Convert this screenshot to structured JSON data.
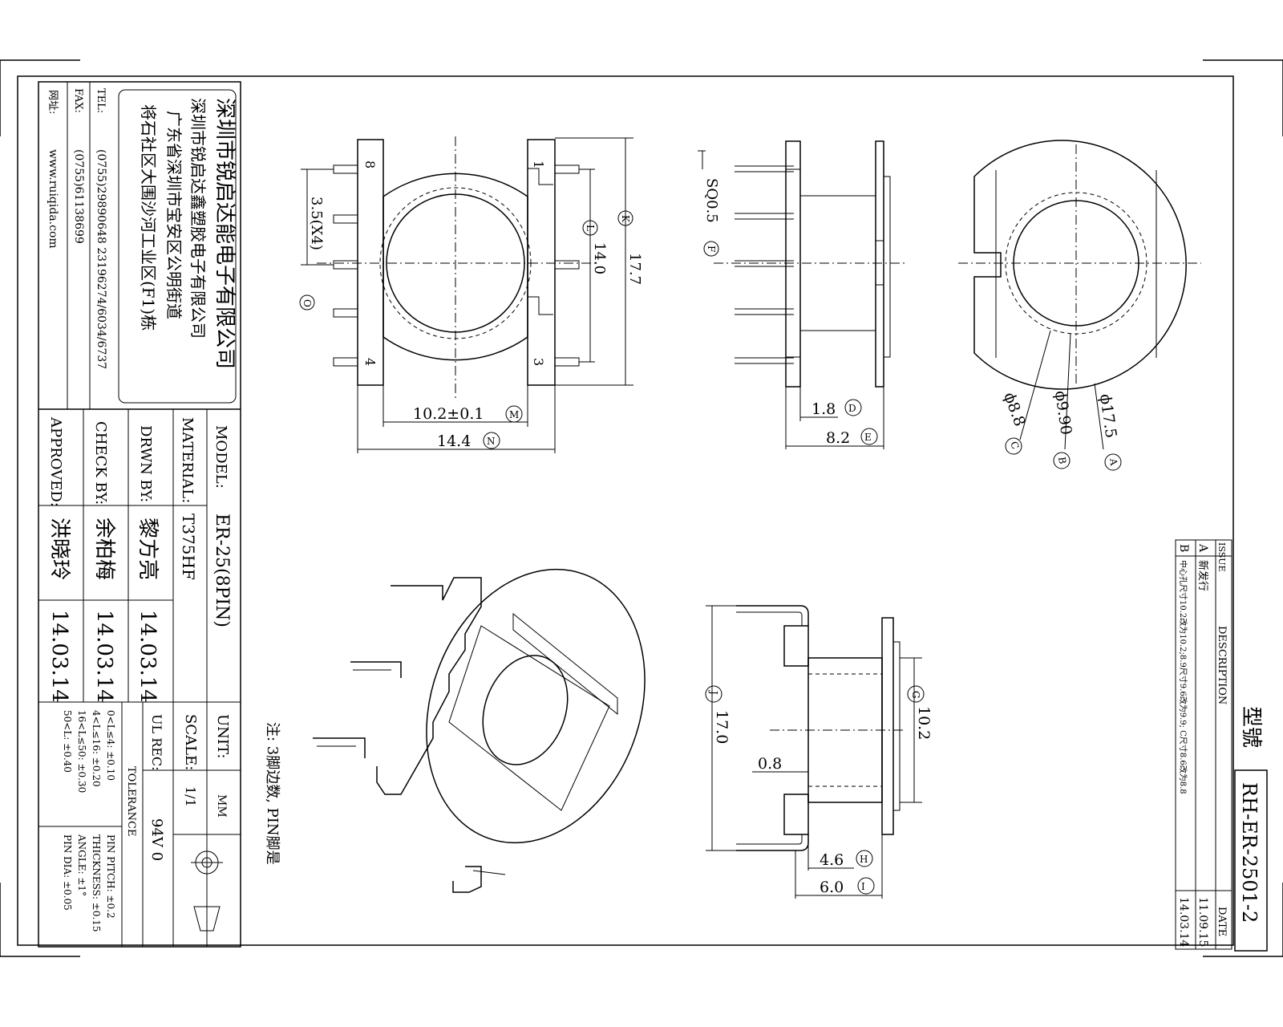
{
  "company": {
    "name": "深圳市锐启达能电子有限公司",
    "name2": "深圳市锐启达鑫塑胶电子有限公司",
    "address": "广东省深圳市宝安区公明街道",
    "address2": "将石社区大围沙河工业区(F1)栋",
    "tel_label": "TEL:",
    "tel": "(0755)29890648 23196274/6034/6737",
    "fax_label": "FAX:",
    "fax": "(0755)61138699",
    "web_label": "网址:",
    "web": "www.ruiqida.com"
  },
  "title_block": {
    "model_label": "MODEL:",
    "model": "ER-25(8PIN)",
    "material_label": "MATERIAL:",
    "material": "T375HF",
    "drwn_label": "DRWN BY:",
    "drwn_name": "黎方亮",
    "drwn_date": "14.03.14",
    "check_label": "CHECK BY:",
    "check_name": "余柏梅",
    "check_date": "14.03.14",
    "approved_label": "APPROVED:",
    "approved_name": "洪晓玲",
    "approved_date": "14.03.14",
    "unit_label": "UNIT:",
    "unit": "MM",
    "scale_label": "SCALE:",
    "scale": "1/1",
    "ul_label": "UL REC:",
    "ul": "94V 0",
    "tolerance_label": "TOLERANCE",
    "tol1": "0<L≤4: ±0.10",
    "tol2": "4<L≤16: ±0.20",
    "tol3": "16<L≤50: ±0.30",
    "tol4": "50<L: ±0.40",
    "tol5": "PIN PITCH: ±0.2",
    "tol6": "THICKNESS: ±0.15",
    "tol7": "ANGLE: ±1°",
    "tol8": "PIN DIA: ±0.05"
  },
  "revision": {
    "issue_label": "ISSUE",
    "desc_label": "DESCRIPTION",
    "date_label": "DATE",
    "rows": [
      {
        "issue": "A",
        "desc": "新发行",
        "date": "11.09.15"
      },
      {
        "issue": "B",
        "desc": "中心孔尺寸10.2改为10.2;8.9尺寸9.6改为9.9; C尺寸8.6改为8.8",
        "date": "14.03.14"
      }
    ]
  },
  "part_no_label": "型號",
  "part_no": "RH-ER-2501-2",
  "note": "注: 3脚边数, PIN脚是",
  "dims": {
    "K": "17.7",
    "K_tag": "K",
    "L": "14.0",
    "L_tag": "L",
    "pitch": "3.5(X4)",
    "pitch_tag": "O",
    "M": "10.2±0.1",
    "M_tag": "M",
    "N": "14.4",
    "N_tag": "N",
    "F": "SQ0.5",
    "F_tag": "F",
    "D": "1.8",
    "D_tag": "D",
    "E": "8.2",
    "E_tag": "E",
    "A": "ϕ17.5",
    "A_tag": "A",
    "B": "ϕ9.90",
    "B_tag": "B",
    "C": "ϕ8.8",
    "C_tag": "C",
    "J": "17.0",
    "J_tag": "J",
    "G": "10.2",
    "G_tag": "G",
    "gap": "0.8",
    "H": "4.6",
    "H_tag": "H",
    "I": "6.0",
    "I_tag": "I"
  },
  "pins": {
    "p1": "1",
    "p3": "3",
    "p4": "4",
    "p8": "8"
  }
}
